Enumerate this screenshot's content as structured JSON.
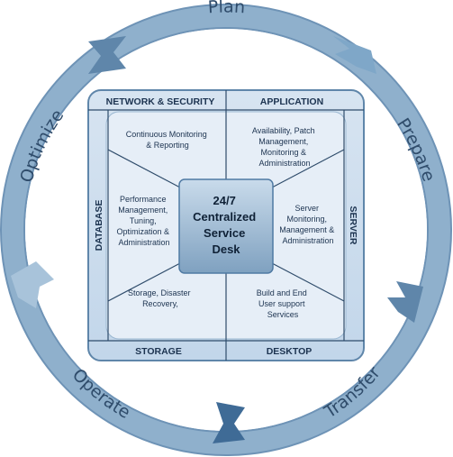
{
  "ring": {
    "phases": [
      "Plan",
      "Prepare",
      "Transfer",
      "Operate",
      "Optimize"
    ]
  },
  "quadrants": {
    "top_left": "NETWORK & SECURITY",
    "top_right": "APPLICATION",
    "left": "DATABASE",
    "right": "SERVER",
    "bottom_left": "STORAGE",
    "bottom_right": "DESKTOP"
  },
  "cells": {
    "top_left": [
      "Continuous Monitoring",
      "& Reporting"
    ],
    "top_right": [
      "Availability, Patch",
      "Management,",
      "Monitoring &",
      "Administration"
    ],
    "left": [
      "Performance",
      "Management,",
      "Tuning,",
      "Optimization &",
      "Administration"
    ],
    "right": [
      "Server",
      "Monitoring,",
      "Management &",
      "Administration"
    ],
    "bottom_left": [
      "Storage, Disaster",
      "Recovery,"
    ],
    "bottom_right": [
      "Build and End",
      "User support",
      "Services"
    ]
  },
  "center": [
    "24/7",
    "Centralized",
    "Service",
    "Desk"
  ],
  "colors": {
    "ring": "#8fb0cc",
    "ring_dark": "#5f86aa",
    "panel": "#cfdff0",
    "panel_inner": "#e6eef7",
    "center_box": "#93b1cc",
    "text": "#1c3350"
  }
}
